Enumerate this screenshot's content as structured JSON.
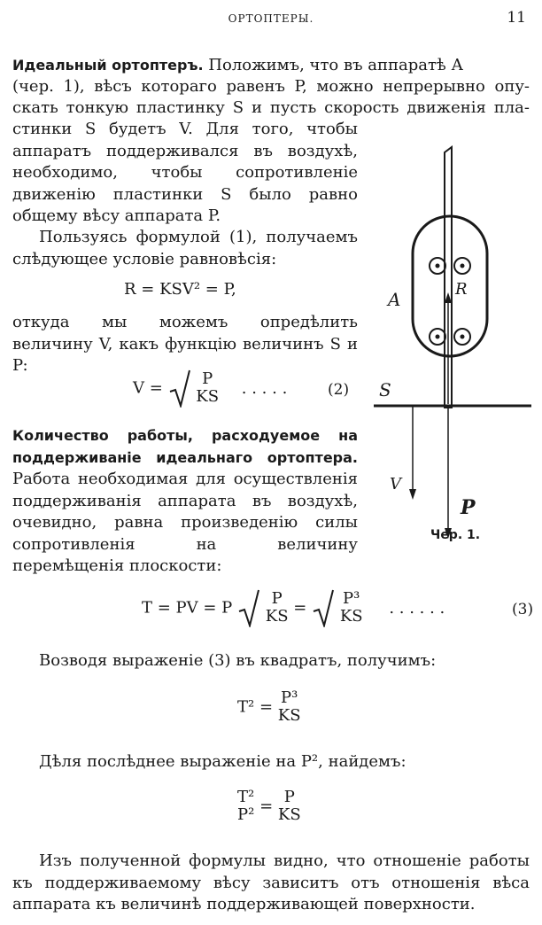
{
  "header": {
    "title": "ОРТОПТЕРЫ.",
    "page_number": "11"
  },
  "para1": {
    "heading": "Идеальный ортоптеръ.",
    "line1": "Положимъ, что въ аппаратѣ А",
    "line2": "(чер. 1), вѣсъ котораго равенъ P, можно непрерывно опу-",
    "line3": "скать тонкую пластинку S и пусть скорость движенія пла-",
    "rest": "стинки S будетъ V. Для того, чтобы аппаратъ поддерживался въ воздухѣ, необходимо, чтобы сопротивленіе движенію пластинки S было равно общему вѣсу аппарата P."
  },
  "para2": "Пользуясь формулой (1), получаемъ слѣдующее условіе равновѣсія:",
  "eq1": "R = KSV² = P,",
  "para3": "откуда мы можемъ опредѣлить величину V, какъ функцію величинъ S и P:",
  "eq2": {
    "lhs": "V =",
    "num": "P",
    "den": "KS",
    "dots": ". . . . .",
    "label": "(2)"
  },
  "para4": {
    "heading": "Количество работы, расходуемое на поддерживаніе идеальнаго ортоптера.",
    "text": "Работа необходимая для осуществленія поддерживанія аппарата въ воздухѣ, очевидно, равна произведенію силы сопротивленія на величину перемѣщенія плоскости:"
  },
  "eq3": {
    "lhs": "T = PV = P",
    "num1": "P",
    "den1": "KS",
    "eqsign": "=",
    "num2": "P³",
    "den2": "KS",
    "dots": ". . . . . .",
    "label": "(3)"
  },
  "para5": "Возводя выраженіе (3) въ квадратъ, получимъ:",
  "eq4": {
    "lhs": "T² =",
    "num": "P³",
    "den": "KS"
  },
  "para6": "Дѣля послѣднее выраженіе на P², найдемъ:",
  "eq5": {
    "num_l": "T²",
    "den_l": "P²",
    "eqsign": "=",
    "num_r": "P",
    "den_r": "KS"
  },
  "para7": "Изъ полученной формулы видно, что отношеніе работы къ поддерживаемому вѣсу зависитъ отъ отношенія вѣса аппарата къ величинѣ поддерживающей поверхности.",
  "figure": {
    "label_A": "A",
    "label_R": "R",
    "label_S": "S",
    "label_V": "V",
    "label_P": "P",
    "caption": "Чер. 1."
  }
}
